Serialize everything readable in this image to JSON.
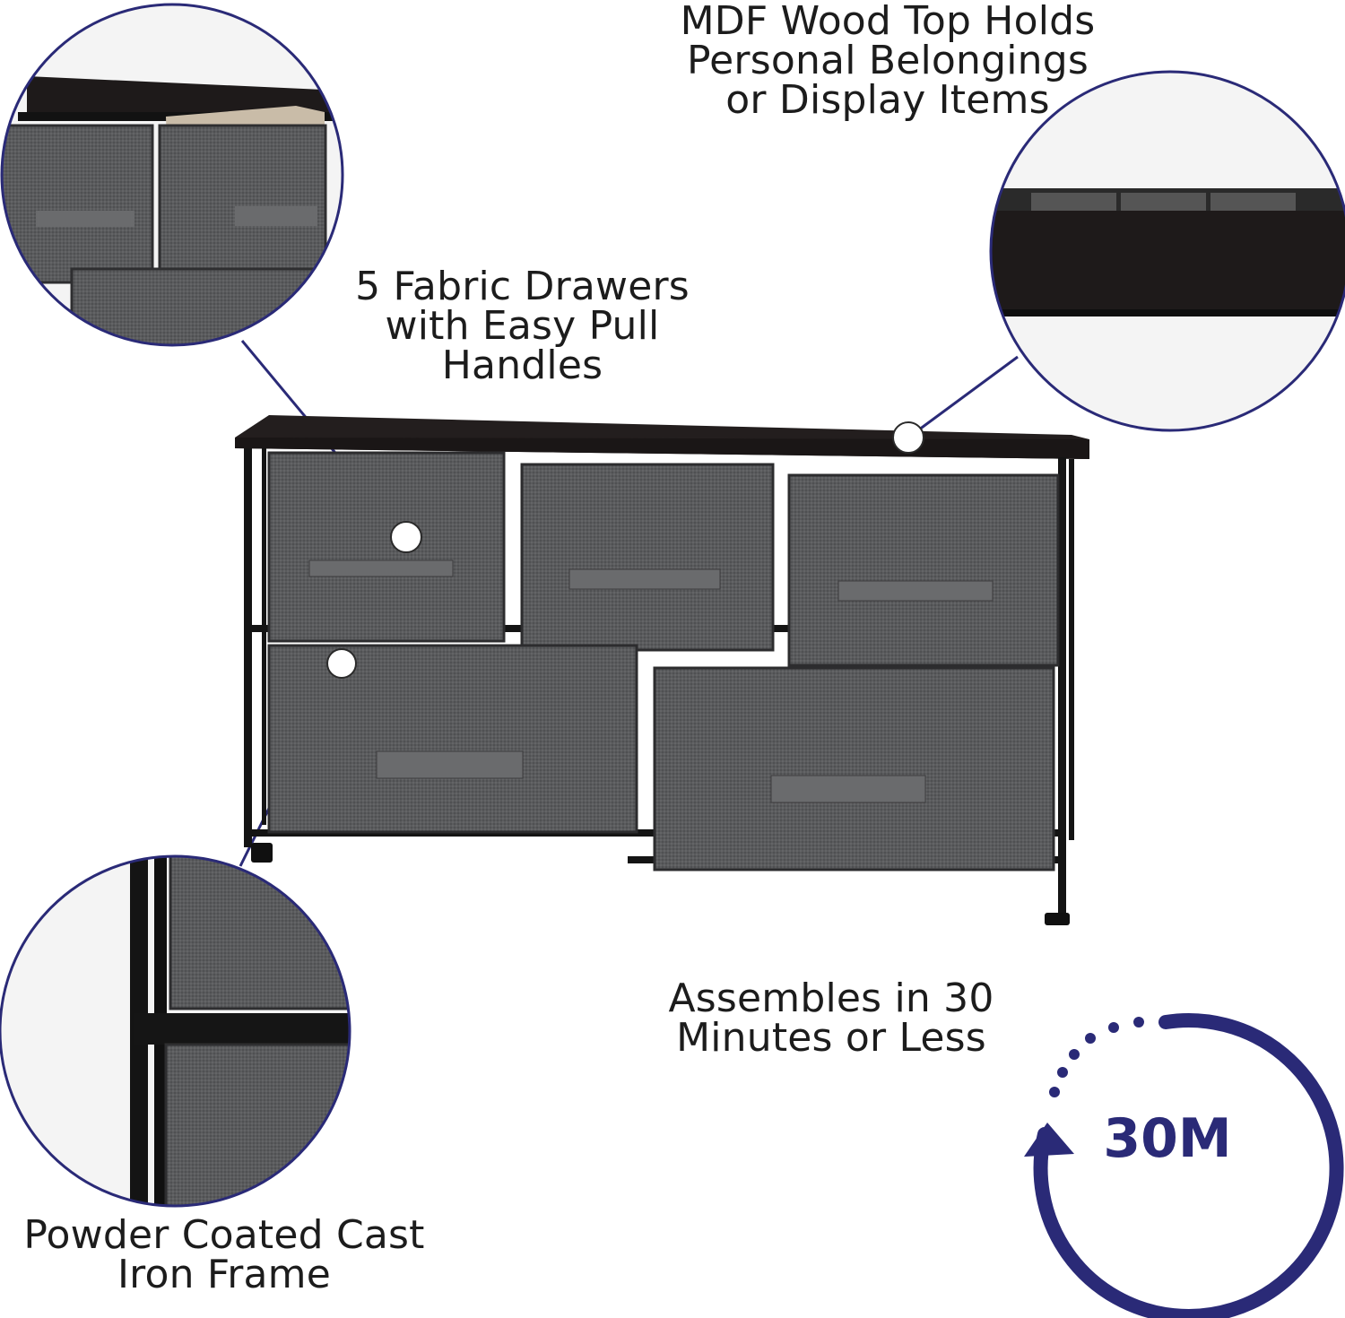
{
  "captions": {
    "top": [
      "MDF Wood Top Holds",
      "Personal Belongings",
      "or Display Items"
    ],
    "drawers": [
      "5 Fabric Drawers",
      "with Easy Pull",
      "Handles"
    ],
    "assembly": [
      "Assembles in 30",
      "Minutes or Less"
    ],
    "frame": [
      "Powder Coated Cast",
      "Iron Frame"
    ]
  },
  "badge": {
    "value": "30M"
  },
  "colors": {
    "accent": "#2a2a77",
    "fabric": "#58595b",
    "frame": "#1a1a1a",
    "wood": "#221d1d"
  },
  "icons": [
    "clock-arrow-icon"
  ]
}
